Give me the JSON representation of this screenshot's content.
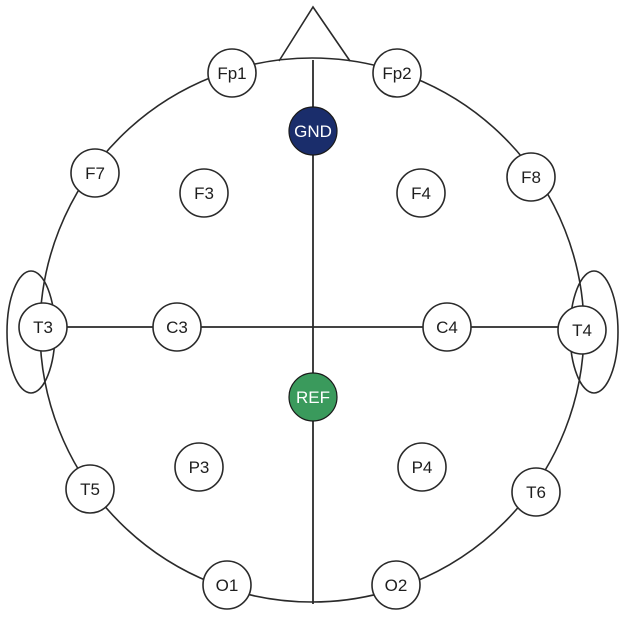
{
  "colors": {
    "gnd_fill": "#1a2d6b",
    "ref_fill": "#3a9a5c",
    "line": "#2a2a2a"
  },
  "electrodes": {
    "fp1": "Fp1",
    "fp2": "Fp2",
    "gnd": "GND",
    "f7": "F7",
    "f3": "F3",
    "f4": "F4",
    "f8": "F8",
    "t3": "T3",
    "c3": "C3",
    "c4": "C4",
    "t4": "T4",
    "ref": "REF",
    "p3": "P3",
    "p4": "P4",
    "t5": "T5",
    "t6": "T6",
    "o1": "O1",
    "o2": "O2"
  }
}
